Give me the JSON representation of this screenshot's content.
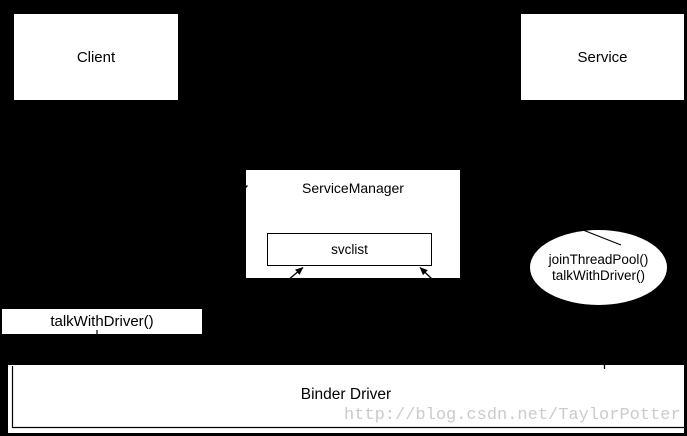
{
  "diagram": {
    "title_implicit": "Binder architecture diagram",
    "colors": {
      "background": "#000000",
      "shape_fill": "#ffffff",
      "line_color": "#000000",
      "text_color": "#000000",
      "watermark_color": "#cbcbc7"
    },
    "nodes": {
      "client": {
        "label": "Client"
      },
      "service": {
        "label": "Service"
      },
      "service_manager": {
        "label": "ServiceManager"
      },
      "svclist": {
        "label": "svclist"
      },
      "binder_driver": {
        "label": "Binder Driver"
      },
      "client_driver_call": {
        "label": "talkWithDriver()"
      },
      "service_callout": {
        "line1": "joinThreadPool()",
        "line2": "talkWithDriver()"
      }
    },
    "connectors": {
      "arrows_into_svclist": 2,
      "callout_leader_line": true
    },
    "watermark": {
      "text": "http://blog.csdn.net/TaylorPotter"
    }
  }
}
